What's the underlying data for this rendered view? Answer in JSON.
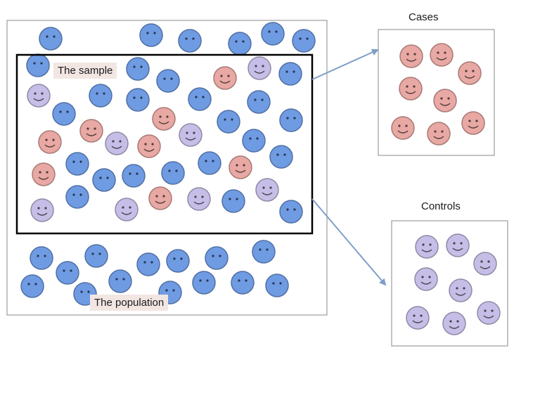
{
  "labels": {
    "sample": "The sample",
    "population": "The population",
    "cases": "Cases",
    "controls": "Controls"
  },
  "colors": {
    "population_face": "#6f9be3",
    "case_face": "#e8a8a3",
    "control_face": "#c6bee6",
    "arrow": "#7f9fc8",
    "sample_border": "#000000",
    "box_border": "#8a8a8a"
  },
  "icons": {
    "face": "smiley-face-icon"
  },
  "counts": {
    "cases": 8,
    "controls": 8
  }
}
